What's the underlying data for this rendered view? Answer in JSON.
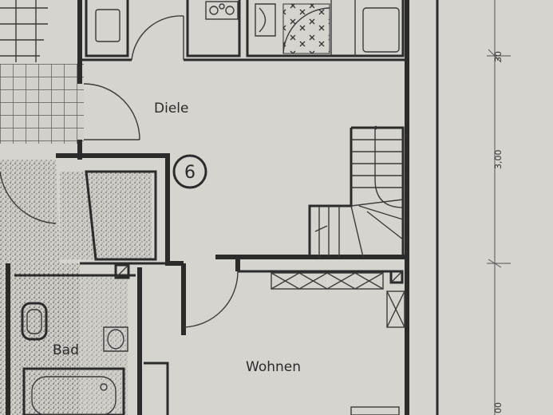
{
  "rooms": {
    "hall": "Diele",
    "bath": "Bad",
    "living": "Wohnen"
  },
  "unit_marker": "6",
  "dimensions": {
    "top": "30",
    "middle": "3,00",
    "bottom": "00"
  },
  "colors": {
    "paper": "#d6d4cf",
    "ink": "#2b2b2b",
    "stipple": "#6b6b6b"
  }
}
